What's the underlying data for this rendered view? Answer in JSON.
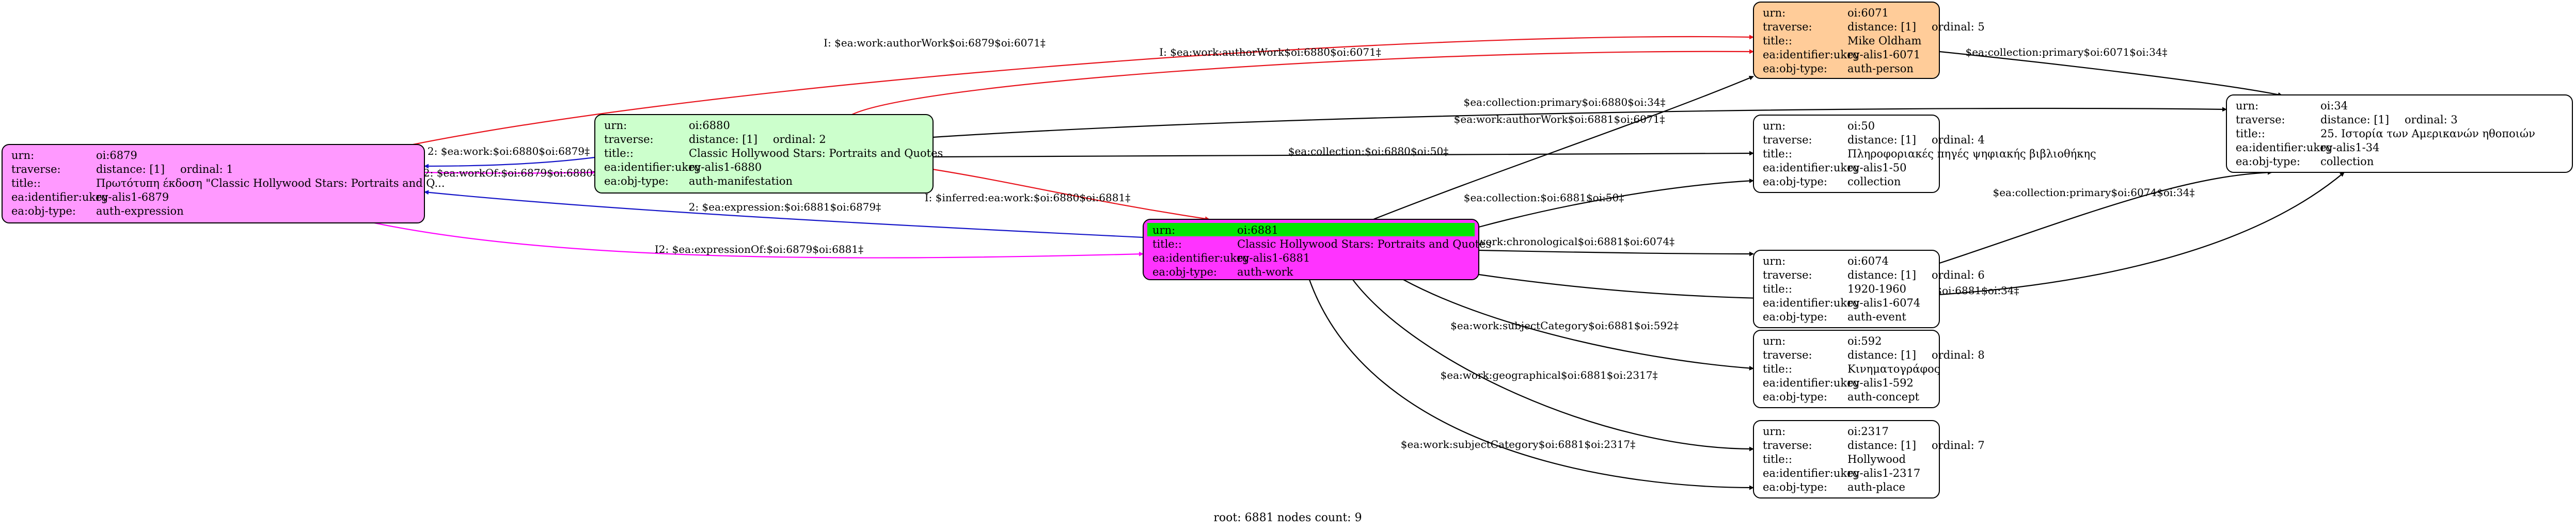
{
  "footer": "root: 6881 nodes count: 9",
  "colors": {
    "black": "#000000",
    "red": "#e8121b",
    "blue": "#1515c8",
    "magenta": "#ff00ff",
    "urn_highlight": "#00e600",
    "auth_expression": "#ff99ff",
    "auth_manifestation": "#ccffcc",
    "auth_person": "#ffcc99",
    "auth_work": "#ff33ff",
    "default_node": "#ffffff"
  },
  "nodes": {
    "n6879": {
      "fill": "auth_expression",
      "rows": [
        {
          "key": "urn:",
          "val": "oi:6879"
        },
        {
          "key": "traverse:",
          "val": "distance: [1]",
          "extra": "ordinal: 1"
        },
        {
          "key": "title::",
          "val": "Πρωτότυπη έκδοση \"Classic Hollywood Stars: Portraits and Q..."
        },
        {
          "key": "ea:identifier:ukey",
          "val": "rg-alis1-6879"
        },
        {
          "key": "ea:obj-type:",
          "val": "auth-expression"
        }
      ]
    },
    "n6880": {
      "fill": "auth_manifestation",
      "rows": [
        {
          "key": "urn:",
          "val": "oi:6880"
        },
        {
          "key": "traverse:",
          "val": "distance: [1]",
          "extra": "ordinal: 2"
        },
        {
          "key": "title::",
          "val": "Classic Hollywood Stars: Portraits and Quotes"
        },
        {
          "key": "ea:identifier:ukey",
          "val": "rg-alis1-6880"
        },
        {
          "key": "ea:obj-type:",
          "val": "auth-manifestation"
        }
      ]
    },
    "n6881": {
      "fill": "auth_work",
      "urn_highlight": true,
      "rows": [
        {
          "key": "urn:",
          "val": "oi:6881"
        },
        {
          "key": "title::",
          "val": "Classic Hollywood Stars: Portraits and Quotes"
        },
        {
          "key": "ea:identifier:ukey",
          "val": "rg-alis1-6881"
        },
        {
          "key": "ea:obj-type:",
          "val": "auth-work"
        }
      ]
    },
    "n6071": {
      "fill": "auth_person",
      "rows": [
        {
          "key": "urn:",
          "val": "oi:6071"
        },
        {
          "key": "traverse:",
          "val": "distance: [1]",
          "extra": "ordinal: 5"
        },
        {
          "key": "title::",
          "val": "Mike Oldham"
        },
        {
          "key": "ea:identifier:ukey",
          "val": "rg-alis1-6071"
        },
        {
          "key": "ea:obj-type:",
          "val": "auth-person"
        }
      ]
    },
    "n50": {
      "fill": "default_node",
      "rows": [
        {
          "key": "urn:",
          "val": "oi:50"
        },
        {
          "key": "traverse:",
          "val": "distance: [1]",
          "extra": "ordinal: 4"
        },
        {
          "key": "title::",
          "val": "Πληροφοριακές πηγές ψηφιακής βιβλιοθήκης"
        },
        {
          "key": "ea:identifier:ukey",
          "val": "rg-alis1-50"
        },
        {
          "key": "ea:obj-type:",
          "val": "collection"
        }
      ]
    },
    "n6074": {
      "fill": "default_node",
      "rows": [
        {
          "key": "urn:",
          "val": "oi:6074"
        },
        {
          "key": "traverse:",
          "val": "distance: [1]",
          "extra": "ordinal: 6"
        },
        {
          "key": "title::",
          "val": "1920-1960"
        },
        {
          "key": "ea:identifier:ukey",
          "val": "rg-alis1-6074"
        },
        {
          "key": "ea:obj-type:",
          "val": "auth-event"
        }
      ]
    },
    "n592": {
      "fill": "default_node",
      "rows": [
        {
          "key": "urn:",
          "val": "oi:592"
        },
        {
          "key": "traverse:",
          "val": "distance: [1]",
          "extra": "ordinal: 8"
        },
        {
          "key": "title::",
          "val": "Κινηματογράφος"
        },
        {
          "key": "ea:identifier:ukey",
          "val": "rg-alis1-592"
        },
        {
          "key": "ea:obj-type:",
          "val": "auth-concept"
        }
      ]
    },
    "n2317": {
      "fill": "default_node",
      "rows": [
        {
          "key": "urn:",
          "val": "oi:2317"
        },
        {
          "key": "traverse:",
          "val": "distance: [1]",
          "extra": "ordinal: 7"
        },
        {
          "key": "title::",
          "val": "Hollywood"
        },
        {
          "key": "ea:identifier:ukey",
          "val": "rg-alis1-2317"
        },
        {
          "key": "ea:obj-type:",
          "val": "auth-place"
        }
      ]
    },
    "n34": {
      "fill": "default_node",
      "rows": [
        {
          "key": "urn:",
          "val": "oi:34"
        },
        {
          "key": "traverse:",
          "val": "distance: [1]",
          "extra": "ordinal: 3"
        },
        {
          "key": "title::",
          "val": "25. Ιστορία των Αμερικανών ηθοποιών"
        },
        {
          "key": "ea:identifier:ukey",
          "val": "rg-alis1-34"
        },
        {
          "key": "ea:obj-type:",
          "val": "collection"
        }
      ]
    }
  },
  "edges": [
    {
      "id": "e1",
      "label": "I: $ea:work:authorWork$oi:6879$oi:6071‡",
      "color": "red"
    },
    {
      "id": "e2",
      "label": "I: $ea:work:authorWork$oi:6880$oi:6071‡",
      "color": "red"
    },
    {
      "id": "e3",
      "label": "$ea:collection:primary$oi:6880$oi:34‡",
      "color": "black"
    },
    {
      "id": "e4",
      "label": "$ea:work:authorWork$oi:6881$oi:6071‡",
      "color": "black"
    },
    {
      "id": "e5",
      "label": "$ea:collection:primary$oi:6071$oi:34‡",
      "color": "black"
    },
    {
      "id": "e6",
      "label": "2: $ea:work:$oi:6880$oi:6879‡",
      "color": "blue"
    },
    {
      "id": "e7",
      "label": "I2: $ea:workOf:$oi:6879$oi:6880‡",
      "color": "magenta"
    },
    {
      "id": "e8",
      "label": "$ea:collection:$oi:6880$oi:50‡",
      "color": "black"
    },
    {
      "id": "e9",
      "label": "I: $inferred:ea:work:$oi:6880$oi:6881‡",
      "color": "red"
    },
    {
      "id": "e10",
      "label": "2: $ea:expression:$oi:6881$oi:6879‡",
      "color": "blue"
    },
    {
      "id": "e11",
      "label": "I2: $ea:expressionOf:$oi:6879$oi:6881‡",
      "color": "magenta"
    },
    {
      "id": "e12",
      "label": "$ea:collection:$oi:6881$oi:50‡",
      "color": "black"
    },
    {
      "id": "e13",
      "label": "$ea:collection:primary$oi:6074$oi:34‡",
      "color": "black"
    },
    {
      "id": "e14",
      "label": "$ea:work:chronological$oi:6881$oi:6074‡",
      "color": "black"
    },
    {
      "id": "e15",
      "label": "$ea:collection:primary$oi:6881$oi:34‡",
      "color": "black"
    },
    {
      "id": "e16",
      "label": "$ea:work:subjectCategory$oi:6881$oi:592‡",
      "color": "black"
    },
    {
      "id": "e17",
      "label": "$ea:work:geographical$oi:6881$oi:2317‡",
      "color": "black"
    },
    {
      "id": "e18",
      "label": "$ea:work:subjectCategory$oi:6881$oi:2317‡",
      "color": "black"
    }
  ]
}
